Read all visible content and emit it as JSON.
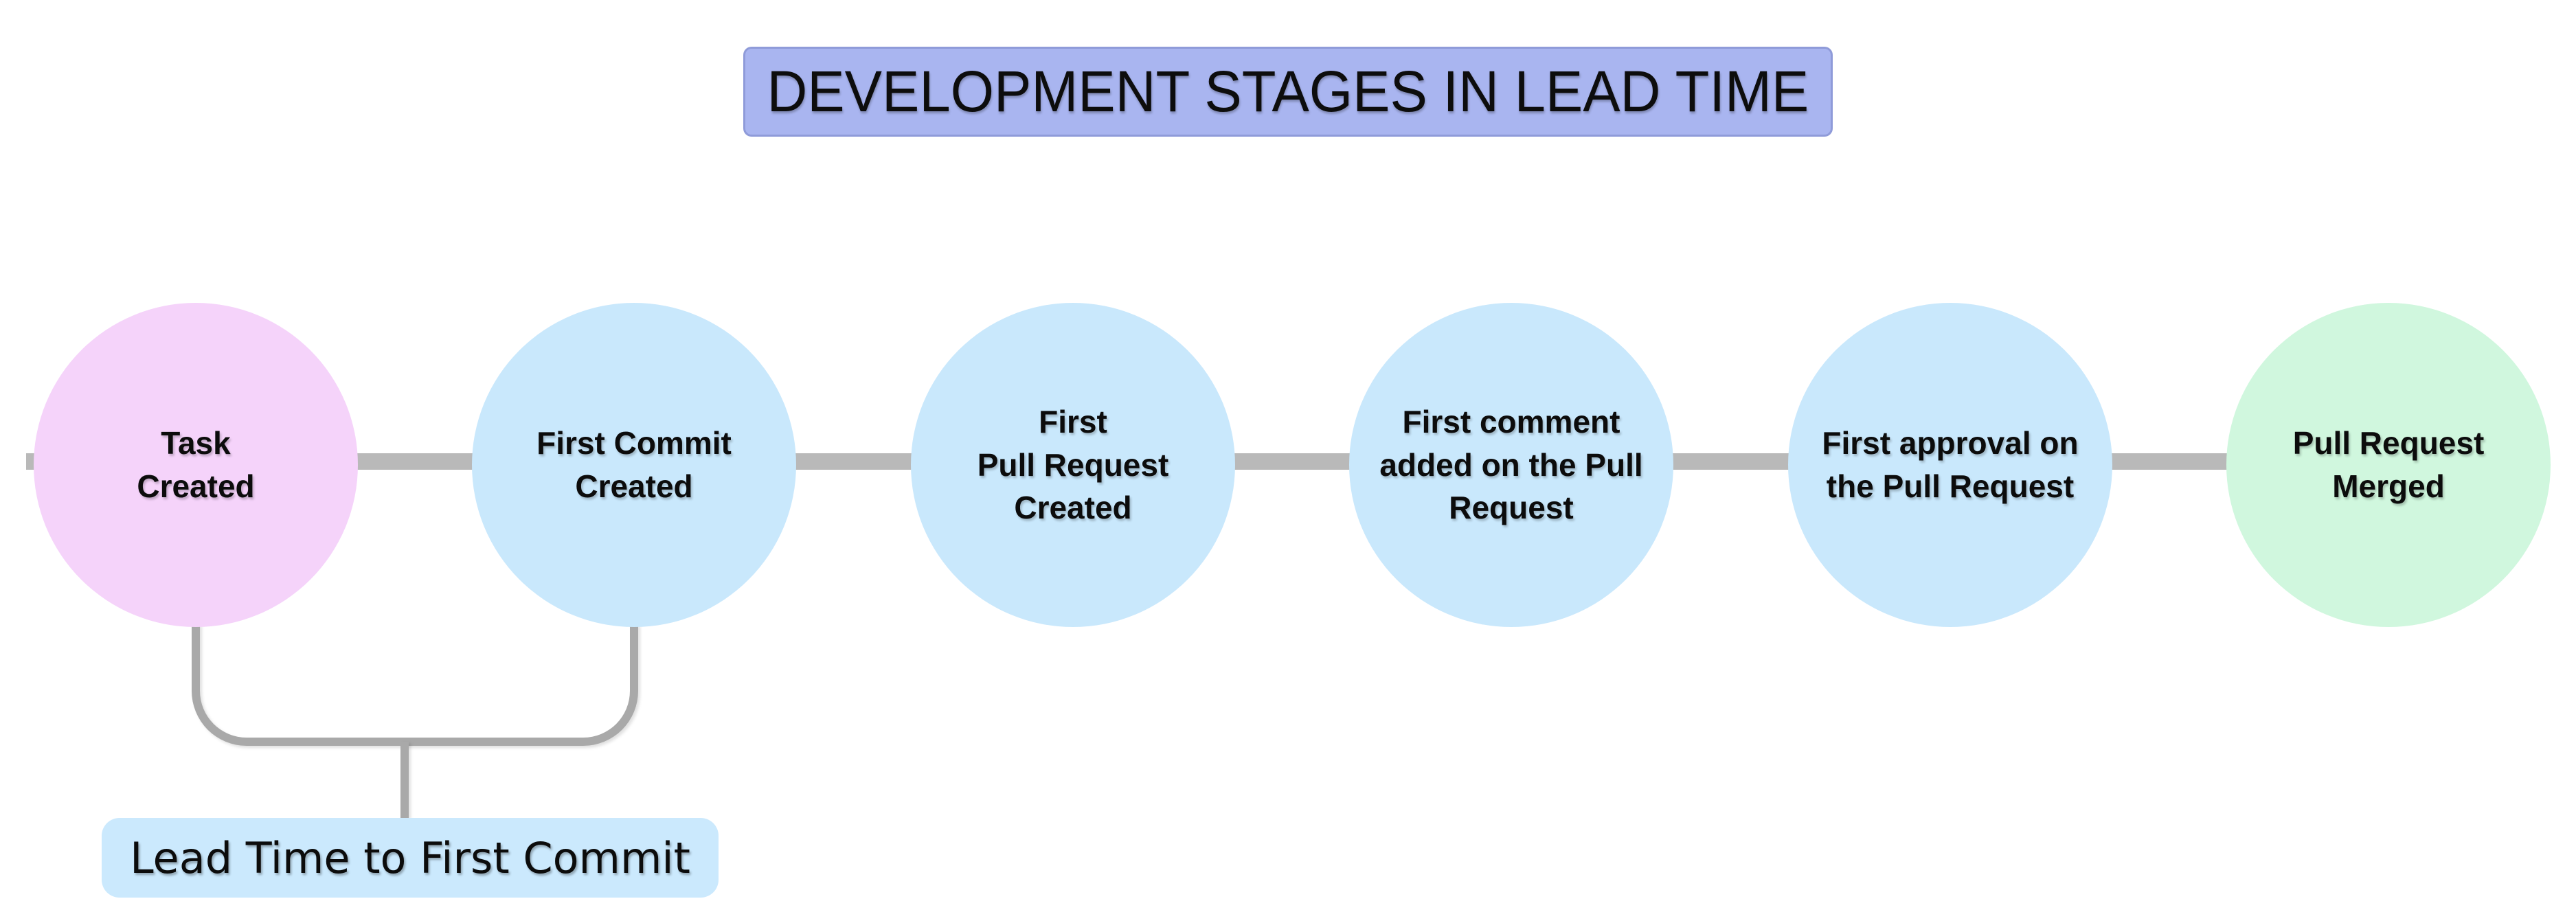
{
  "title": {
    "text": "DEVELOPMENT STAGES IN LEAD TIME",
    "bg": "#a9b5f0"
  },
  "stages": [
    {
      "label": "Task\nCreated",
      "bg": "#f5d3fa"
    },
    {
      "label": "First Commit\nCreated",
      "bg": "#c9e8fc"
    },
    {
      "label": "First\nPull Request\nCreated",
      "bg": "#c9e8fc"
    },
    {
      "label": "First comment\nadded on the Pull\nRequest",
      "bg": "#c9e8fc"
    },
    {
      "label": "First approval on\nthe Pull Request",
      "bg": "#c9e8fc"
    },
    {
      "label": "Pull Request\nMerged",
      "bg": "#d0f7de"
    }
  ],
  "annotation": {
    "label": "Lead Time to First Commit",
    "bg": "#cbe9fd"
  },
  "colors": {
    "connector": "#b9b9b9",
    "bracket": "#a9a9a9",
    "background": "#ffffff",
    "text": "#0c0c0c"
  }
}
